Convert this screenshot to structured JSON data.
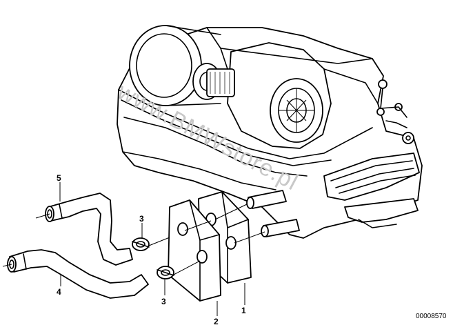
{
  "diagram": {
    "part_labels": [
      "1",
      "2",
      "3",
      "3",
      "4",
      "5"
    ],
    "reference_code": "00008570",
    "watermark": "www.BMWstore.pl"
  },
  "colors": {
    "ink": "#000000",
    "paper": "#ffffff",
    "watermark": "#c8c8c8"
  }
}
